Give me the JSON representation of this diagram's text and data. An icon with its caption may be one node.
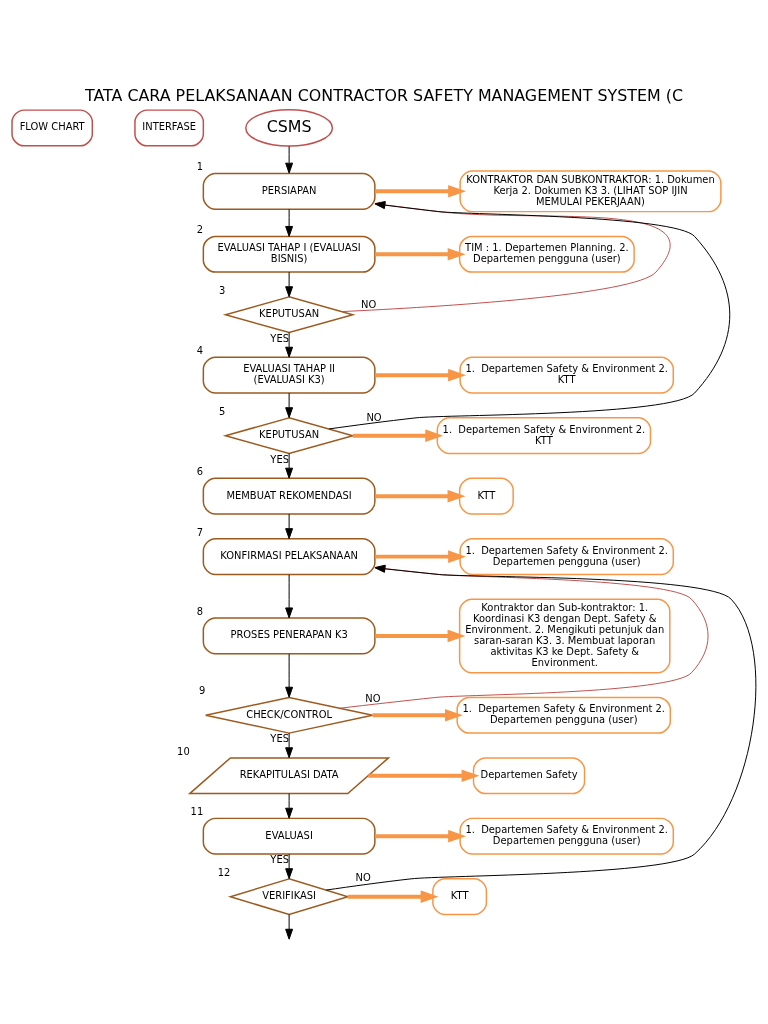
{
  "diagram": {
    "title": "TATA CARA PELAKSANAAN CONTRACTOR SAFETY MANAGEMENT SYSTEM (C",
    "nodes": [
      {
        "text": [
          "FLOW CHART"
        ]
      },
      {
        "text": [
          "INTERFASE"
        ]
      },
      {
        "text": [
          "CSMS"
        ]
      },
      {
        "text": [
          "PERSIAPAN"
        ],
        "beside": [
          "1"
        ]
      },
      {
        "text": [
          "KONTRAKTOR DAN SUBKONTRAKTOR: 1. Dokumen Kerja 2. Dokumen K3 3. (LIHAT SOP IJIN MEMULAI PEKERJAAN)"
        ]
      },
      {
        "text": [
          "EVALUASI TAHAP I (EVALUASI BISNIS)"
        ],
        "beside": [
          "2"
        ]
      },
      {
        "text": [
          "TIM : 1. Departemen Planning. 2. Departemen pengguna (user)"
        ]
      },
      {
        "text": [
          "KEPUTUSAN"
        ],
        "beside": [
          "3"
        ]
      },
      {
        "text": [
          "EVALUASI TAHAP II (EVALUASI K3)"
        ],
        "beside": [
          "4"
        ]
      },
      {
        "text": [
          "1.  Departemen Safety & Environment 2.  KTT"
        ]
      },
      {
        "text": [
          "KEPUTUSAN"
        ],
        "beside": [
          "5"
        ]
      },
      {
        "text": [
          "1.  Departemen Safety & Environment 2.  KTT"
        ]
      },
      {
        "text": [
          "MEMBUAT REKOMENDASI"
        ],
        "beside": [
          "6"
        ]
      },
      {
        "text": [
          "KTT"
        ]
      },
      {
        "text": [
          "KONFIRMASI PELAKSANAAN"
        ],
        "beside": [
          "7"
        ]
      },
      {
        "text": [
          "1.  Departemen Safety & Environment 2.  Departemen pengguna (user)"
        ]
      },
      {
        "text": [
          "PROSES PENERAPAN K3"
        ],
        "beside": [
          "8"
        ]
      },
      {
        "text": [
          "Kontraktor dan Sub-kontraktor: 1. Koordinasi K3 dengan Dept. Safety & Environment. 2. Mengikuti petunjuk dan saran-saran K3. 3. Membuat laporan aktivitas K3 ke Dept. Safety & Environment."
        ]
      },
      {
        "text": [
          "CHECK/CONTROL"
        ],
        "beside": [
          "9"
        ]
      },
      {
        "text": [
          "1.  Departemen Safety & Environment 2.  Departemen pengguna (user)"
        ]
      },
      {
        "text": [
          "REKAPITULASI DATA"
        ],
        "beside": [
          "10"
        ]
      },
      {
        "text": [
          "Departemen Safety"
        ]
      },
      {
        "text": [
          "EVALUASI"
        ],
        "beside": [
          "11"
        ]
      },
      {
        "text": [
          "1.  Departemen Safety & Environment 2.  Departemen pengguna (user)"
        ]
      },
      {
        "text": [
          "VERIFIKASI"
        ],
        "beside": [
          "12"
        ]
      },
      {
        "text": [
          "KTT"
        ]
      }
    ],
    "edges": [
      {
        "from": 2,
        "to": 3,
        "arrow": "to"
      },
      {
        "from": 3,
        "to": 5,
        "arrow": "to"
      },
      {
        "from": 5,
        "to": 7,
        "arrow": "to"
      },
      {
        "from": 7,
        "to": 8,
        "arrow": "to",
        "label": "YES"
      },
      {
        "from": 8,
        "to": 10,
        "arrow": "to"
      },
      {
        "from": 10,
        "to": 12,
        "arrow": "to",
        "label": "YES"
      },
      {
        "from": 12,
        "to": 14,
        "arrow": "to"
      },
      {
        "from": 14,
        "to": 16,
        "arrow": "to"
      },
      {
        "from": 16,
        "to": 18,
        "arrow": "to"
      },
      {
        "from": 18,
        "to": 20,
        "arrow": "to",
        "label": "YES"
      },
      {
        "from": 20,
        "to": 22,
        "arrow": "to"
      },
      {
        "from": 22,
        "to": 24,
        "arrow": "to",
        "label": "YES"
      },
      {
        "from": 24,
        "to": null,
        "arrow": "to"
      },
      {
        "from": 7,
        "to": 3,
        "arrow": "to",
        "label": "NO",
        "color": "#c0504d"
      },
      {
        "from": 10,
        "to": 3,
        "arrow": "to",
        "label": "NO"
      },
      {
        "from": 18,
        "to": 14,
        "arrow": "to",
        "label": "NO",
        "color": "#c0504d"
      },
      {
        "from": 24,
        "to": 14,
        "arrow": "to",
        "label": "NO"
      },
      {
        "from": 3,
        "to": 4,
        "arrow": "to",
        "style": "thick",
        "color": "#f79646"
      },
      {
        "from": 5,
        "to": 6,
        "arrow": "to",
        "style": "thick",
        "color": "#f79646"
      },
      {
        "from": 8,
        "to": 9,
        "arrow": "to",
        "style": "thick",
        "color": "#f79646"
      },
      {
        "from": 10,
        "to": 11,
        "arrow": "to",
        "style": "thick",
        "color": "#f79646"
      },
      {
        "from": 12,
        "to": 13,
        "arrow": "to",
        "style": "thick",
        "color": "#f79646"
      },
      {
        "from": 14,
        "to": 15,
        "arrow": "to",
        "style": "thick",
        "color": "#f79646"
      },
      {
        "from": 16,
        "to": 17,
        "arrow": "to",
        "style": "thick",
        "color": "#f79646"
      },
      {
        "from": 18,
        "to": 19,
        "arrow": "to",
        "style": "thick",
        "color": "#f79646"
      },
      {
        "from": 20,
        "to": 21,
        "arrow": "to",
        "style": "thick",
        "color": "#f79646"
      },
      {
        "from": 22,
        "to": 23,
        "arrow": "to",
        "style": "thick",
        "color": "#f79646"
      },
      {
        "from": 24,
        "to": 25,
        "arrow": "to",
        "style": "thick",
        "color": "#f79646"
      }
    ]
  }
}
